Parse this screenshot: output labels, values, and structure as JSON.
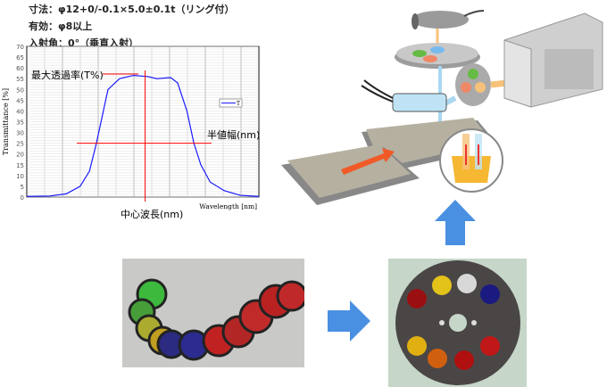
{
  "specs": [
    "寸法：φ12+0/-0.1×5.0±0.1t（リング付）",
    "有効：φ8以上",
    "入射角：0°（垂直入射）"
  ],
  "annotations": {
    "max_transmittance": "最大透過率(T%)",
    "half_width": "半値幅(nm)",
    "center_wavelength": "中心波長(nm)"
  },
  "chart_data": {
    "type": "line",
    "title": "",
    "xlabel": "Wavelength [nm]",
    "ylabel": "Transmittance [%]",
    "ylim": [
      0,
      70
    ],
    "xlim": [
      0,
      100
    ],
    "yticks": [
      "0",
      "5",
      "10",
      "15",
      "20",
      "25",
      "30",
      "35",
      "40",
      "45",
      "50",
      "55",
      "60",
      "65",
      "70"
    ],
    "grid": true,
    "legend": {
      "position": "right",
      "entries": [
        "T"
      ]
    },
    "series": [
      {
        "name": "T",
        "color": "#1a1aff",
        "x": [
          0,
          10,
          17,
          23,
          27,
          30,
          33,
          35,
          40,
          46,
          52,
          56,
          62,
          65,
          69,
          72,
          75,
          79,
          85,
          92,
          100
        ],
        "y": [
          0.3,
          0.5,
          1.5,
          5,
          12,
          25,
          40,
          50,
          55,
          56.5,
          56,
          55,
          55.5,
          53,
          40,
          25,
          15,
          7,
          3,
          0.8,
          0.3
        ]
      }
    ],
    "markers": {
      "half_max_level": 25,
      "center_x": 51,
      "max_level": 56.5
    }
  },
  "colors": {
    "accent_red": "#ff0000",
    "arrow_blue": "#4a90e2",
    "arrow_orange": "#f05a28"
  }
}
